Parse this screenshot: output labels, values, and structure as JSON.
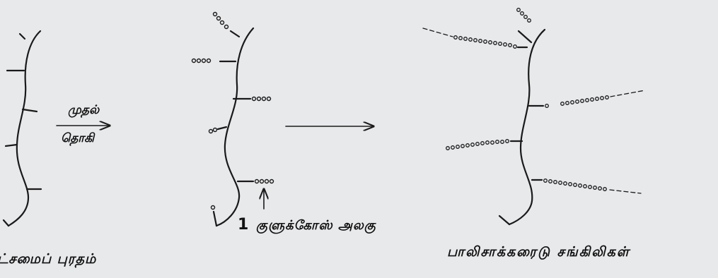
{
  "diagram": {
    "step_label_top": "முதல்",
    "step_label_bottom": "தொகி",
    "label_left": "ட்சமைப் புரதம்",
    "label_mid_number": "1",
    "label_mid_text": "குளுக்கோஸ் அலகு",
    "label_right": "பாலிசாக்கரைடு சங்கிலிகள்"
  },
  "colors": {
    "ink": "#1a1a1a",
    "background": "#e8e9eb"
  }
}
